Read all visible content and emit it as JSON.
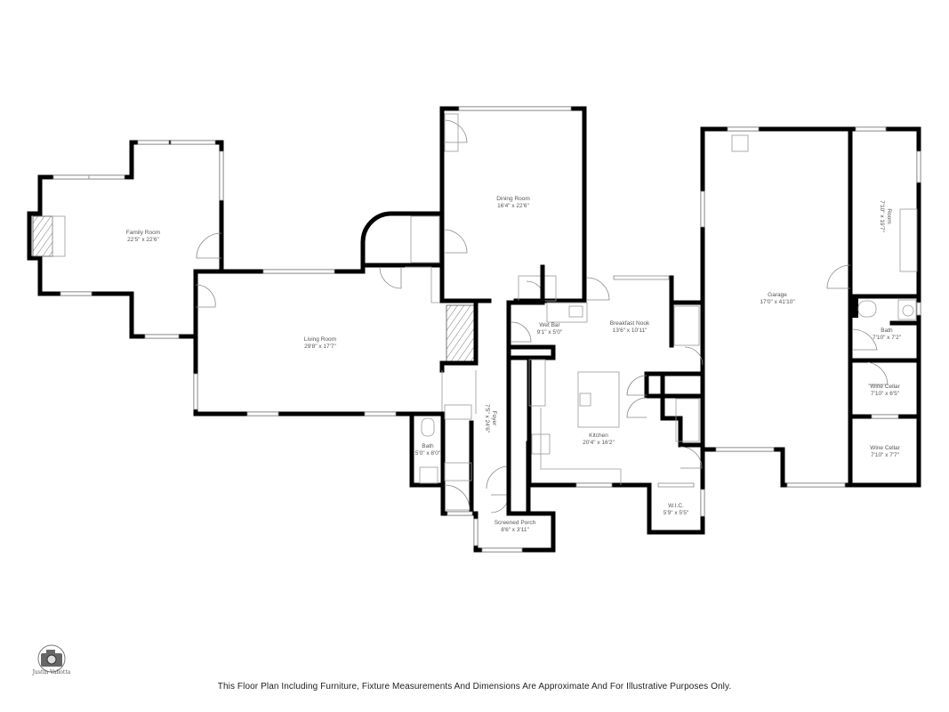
{
  "floor_plan": {
    "rooms": [
      {
        "id": "family-room",
        "name": "Family Room",
        "dims": "22'5\" x 22'6\""
      },
      {
        "id": "dining-room",
        "name": "Dining Room",
        "dims": "16'4\" x 22'6\""
      },
      {
        "id": "living-room",
        "name": "Living Room",
        "dims": "29'8\" x 17'7\""
      },
      {
        "id": "wet-bar",
        "name": "Wet Bar",
        "dims": "9'1\" x 5'0\""
      },
      {
        "id": "breakfast-nook",
        "name": "Breakfast Nook",
        "dims": "13'6\" x 10'11\""
      },
      {
        "id": "kitchen",
        "name": "Kitchen",
        "dims": "20'4\" x 16'2\""
      },
      {
        "id": "foyer",
        "name": "Foyer",
        "dims": "7'5\" x 24'6\""
      },
      {
        "id": "bath-main",
        "name": "Bath",
        "dims": "5'0\" x 8'0\""
      },
      {
        "id": "screened-porch",
        "name": "Screened Porch",
        "dims": "8'6\" x 3'11\""
      },
      {
        "id": "wic",
        "name": "W.I.C.",
        "dims": "5'9\" x 5'5\""
      },
      {
        "id": "garage",
        "name": "Garage",
        "dims": "17'0\" x 41'10\""
      },
      {
        "id": "room",
        "name": "Room",
        "dims": "7'10\" x 19'7\""
      },
      {
        "id": "bath-garage",
        "name": "Bath",
        "dims": "7'10\" x 7'2\""
      },
      {
        "id": "wine-cellar-1",
        "name": "Wine Cellar",
        "dims": "7'10\" x 6'5\""
      },
      {
        "id": "wine-cellar-2",
        "name": "Wine Cellar",
        "dims": "7'10\" x 7'7\""
      }
    ],
    "disclaimer": "This Floor Plan Including Furniture, Fixture Measurements And Dimensions Are Approximate And For Illustrative Purposes Only.",
    "logo": {
      "text": "Justin Valiotta",
      "icon": "camera-icon"
    },
    "colors": {
      "wall": "#000000",
      "fixture": "#8a8a8a",
      "label": "#555555",
      "background": "#ffffff"
    }
  }
}
